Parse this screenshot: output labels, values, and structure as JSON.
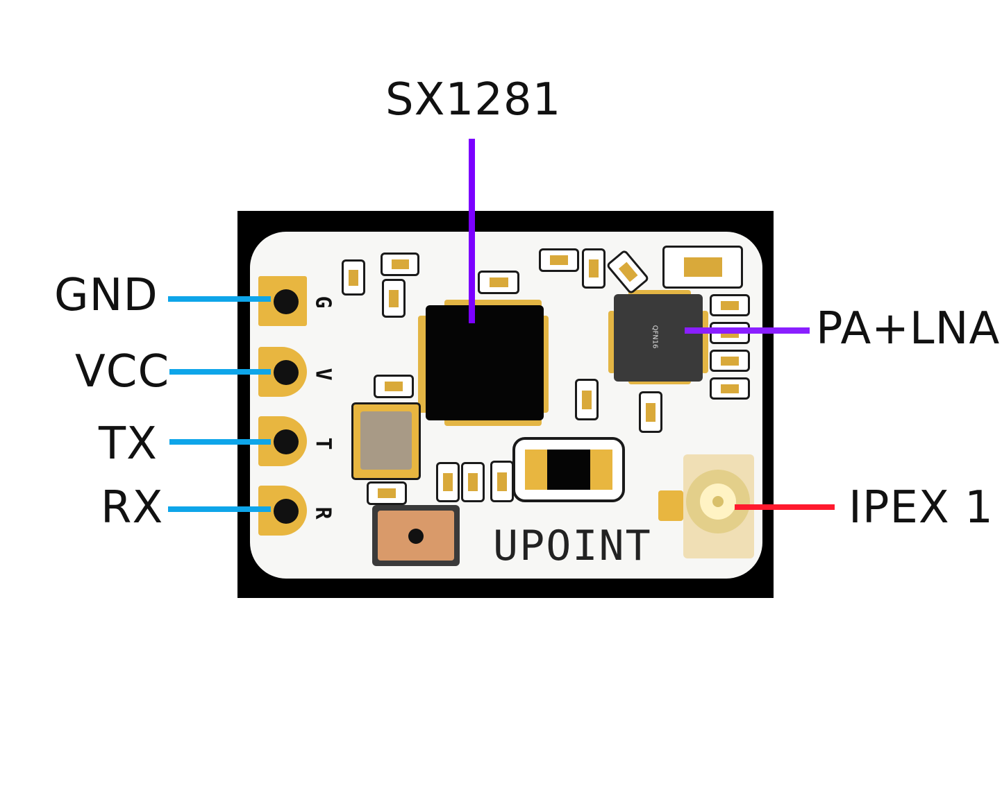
{
  "labels": {
    "chip": "SX1281",
    "amplifier": "PA+LNA",
    "antenna": "IPEX 1",
    "gnd": "GND",
    "vcc": "VCC",
    "tx": "TX",
    "rx": "RX"
  },
  "board": {
    "brand": "UPOINT",
    "qfn_marking": "QFN16",
    "pad_markings": [
      "G",
      "V",
      "T",
      "R"
    ]
  },
  "colors": {
    "chip_leader": "#7b00ff",
    "amplifier_leader": "#8a1fff",
    "antenna_leader": "#ff1a2e",
    "pin_leaders": "#0ea5e9"
  }
}
